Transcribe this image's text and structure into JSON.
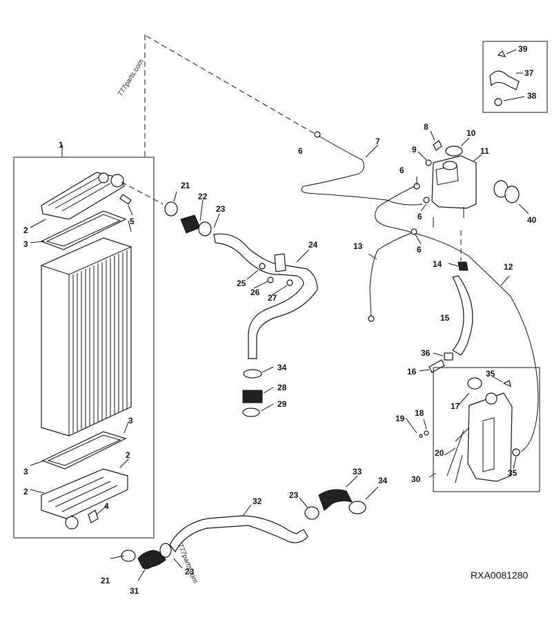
{
  "reference_code": "RXA0081280",
  "watermarks": [
    "777parts.com",
    "777parts.com"
  ],
  "callouts": [
    "1",
    "2",
    "3",
    "4",
    "5",
    "6",
    "7",
    "8",
    "9",
    "10",
    "11",
    "12",
    "13",
    "14",
    "15",
    "16",
    "17",
    "18",
    "19",
    "20",
    "21",
    "22",
    "23",
    "24",
    "25",
    "26",
    "27",
    "28",
    "29",
    "30",
    "31",
    "32",
    "33",
    "34",
    "35",
    "36",
    "37",
    "38",
    "39",
    "40"
  ],
  "extra_callouts": [
    "2",
    "3",
    "3",
    "2",
    "6",
    "6",
    "6",
    "21",
    "23",
    "23",
    "34",
    "35"
  ],
  "colors": {
    "line": "#111111",
    "background": "#ffffff"
  }
}
